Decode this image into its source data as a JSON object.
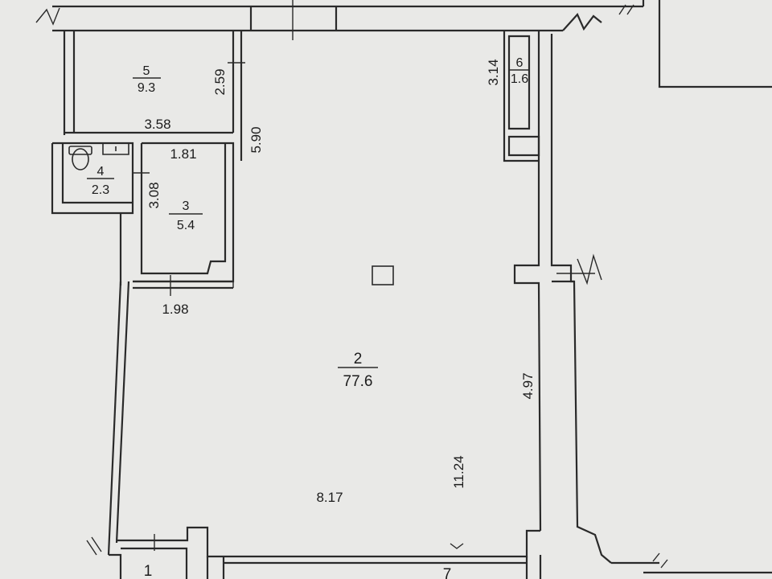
{
  "plan": {
    "colors": {
      "paper": "#e9e9e7",
      "line": "#2a2a2a"
    },
    "rooms": [
      {
        "id": "room-5",
        "number": "5",
        "area": "9.3"
      },
      {
        "id": "room-6",
        "number": "6",
        "area": "1.6"
      },
      {
        "id": "room-4",
        "number": "4",
        "area": "2.3"
      },
      {
        "id": "room-3",
        "number": "3",
        "area": "5.4"
      },
      {
        "id": "room-2",
        "number": "2",
        "area": "77.6"
      },
      {
        "id": "room-1",
        "number": "1",
        "area": ""
      },
      {
        "id": "room-7",
        "number": "7",
        "area": ""
      }
    ],
    "dimensions": {
      "d_3_58": "3.58",
      "d_2_59": "2.59",
      "d_5_90": "5.90",
      "d_1_81": "1.81",
      "d_3_08": "3.08",
      "d_1_98": "1.98",
      "d_3_14": "3.14",
      "d_4_97": "4.97",
      "d_11_24": "11.24",
      "d_8_17": "8.17"
    },
    "icons": [
      "toilet-icon",
      "sink-icon",
      "column-icon"
    ]
  }
}
